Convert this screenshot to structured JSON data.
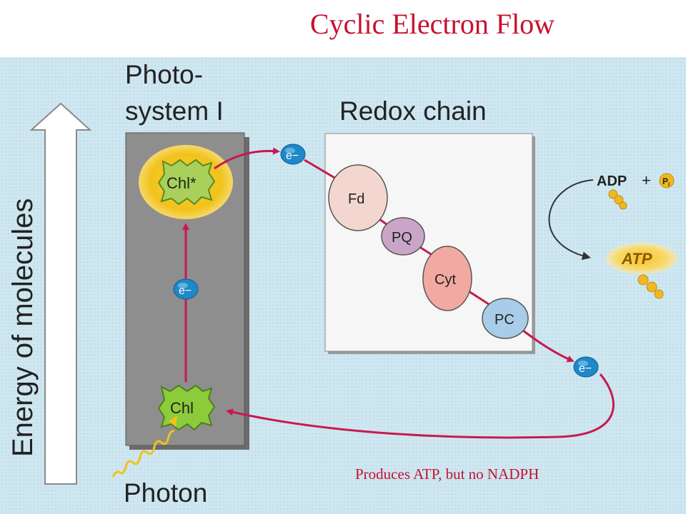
{
  "title": "Cyclic Electron Flow",
  "energy_axis_label": "Energy of molecules",
  "photosystem_label_line1": "Photo-",
  "photosystem_label_line2": "system I",
  "redox_chain_label": "Redox chain",
  "chl_excited_label": "Chl*",
  "chl_ground_label": "Chl",
  "electron_label": "e−",
  "carriers": {
    "fd": "Fd",
    "pq": "PQ",
    "cyt": "Cyt",
    "pc": "PC"
  },
  "adp_label": "ADP",
  "plus_label": "+",
  "pi_label": "P",
  "pi_subscript": "i",
  "atp_label": "ATP",
  "photon_label": "Photon",
  "caption": "Produces ATP, but no NADPH",
  "colors": {
    "title": "#c8102e",
    "background": "#cfe7f1",
    "photosystem_box": "#8e8e8e",
    "electron_path": "#c8194f",
    "chl_green": "#8ccc3a",
    "excited_glow": "#f2c21a",
    "electron_blue": "#1e88c8"
  }
}
